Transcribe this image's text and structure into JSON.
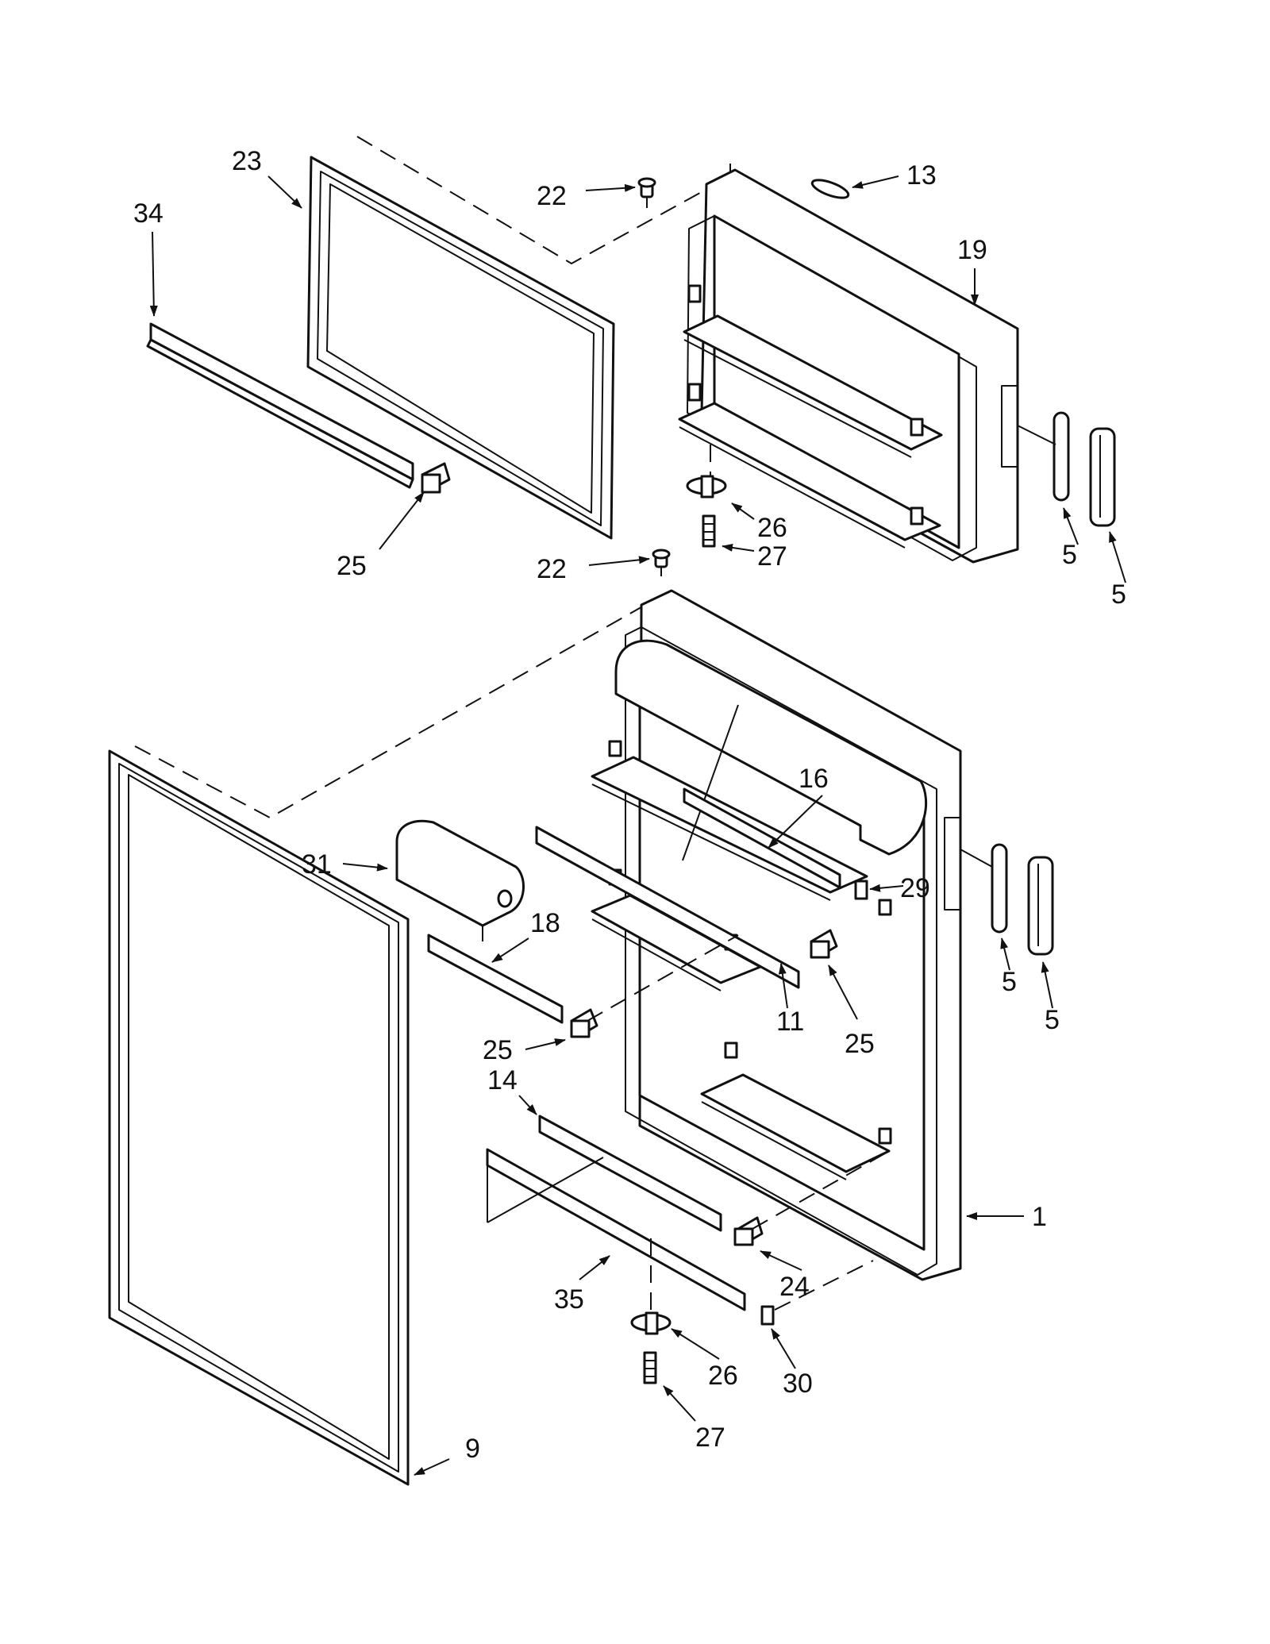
{
  "callouts": [
    {
      "id": "c1",
      "text": "23"
    },
    {
      "id": "c2",
      "text": "34"
    },
    {
      "id": "c3",
      "text": "22"
    },
    {
      "id": "c4",
      "text": "13"
    },
    {
      "id": "c5",
      "text": "19"
    },
    {
      "id": "c6",
      "text": "25"
    },
    {
      "id": "c7",
      "text": "26"
    },
    {
      "id": "c8",
      "text": "27"
    },
    {
      "id": "c9",
      "text": "22"
    },
    {
      "id": "c10",
      "text": "5"
    },
    {
      "id": "c11",
      "text": "5"
    },
    {
      "id": "c12",
      "text": "16"
    },
    {
      "id": "c13",
      "text": "31"
    },
    {
      "id": "c14",
      "text": "29"
    },
    {
      "id": "c15",
      "text": "18"
    },
    {
      "id": "c16",
      "text": "5"
    },
    {
      "id": "c17",
      "text": "5"
    },
    {
      "id": "c18",
      "text": "11"
    },
    {
      "id": "c19",
      "text": "25"
    },
    {
      "id": "c20",
      "text": "25"
    },
    {
      "id": "c21",
      "text": "14"
    },
    {
      "id": "c22",
      "text": "1"
    },
    {
      "id": "c23",
      "text": "24"
    },
    {
      "id": "c24",
      "text": "35"
    },
    {
      "id": "c25",
      "text": "26"
    },
    {
      "id": "c26",
      "text": "30"
    },
    {
      "id": "c27",
      "text": "27"
    },
    {
      "id": "c28",
      "text": "9"
    }
  ]
}
